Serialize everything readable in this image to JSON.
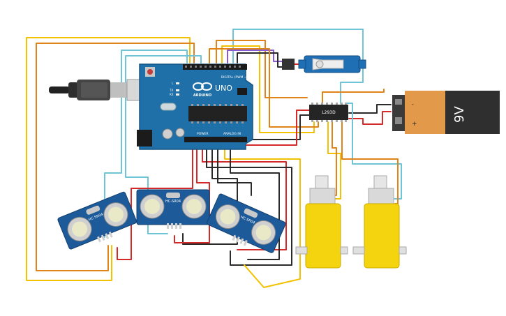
{
  "arduino": {
    "brand": "ARDUINO",
    "model": "UNO",
    "digital_label": "DIGITAL (PWM ~)",
    "power_label": "POWER",
    "analog_label": "ANALOG IN",
    "tx": "TX",
    "rx": "RX",
    "pin_l": "L",
    "on": "ON",
    "board_color": "#1f6fa8"
  },
  "battery": {
    "label": "9V",
    "plus": "+",
    "minus": "-"
  },
  "driver": {
    "label": "L293D"
  },
  "sensors": [
    {
      "label": "HC-SR04"
    },
    {
      "label": "HC-SR04"
    },
    {
      "label": "HC-SR04"
    }
  ],
  "colors": {
    "yellow": "#f2c200",
    "orange": "#e0841a",
    "cyan": "#6fc5d6",
    "red": "#d42a2a",
    "black": "#2a2a2a",
    "purple": "#8a5ad6",
    "sensor_blue": "#1d5a99",
    "motor_yellow": "#f4d40e"
  }
}
